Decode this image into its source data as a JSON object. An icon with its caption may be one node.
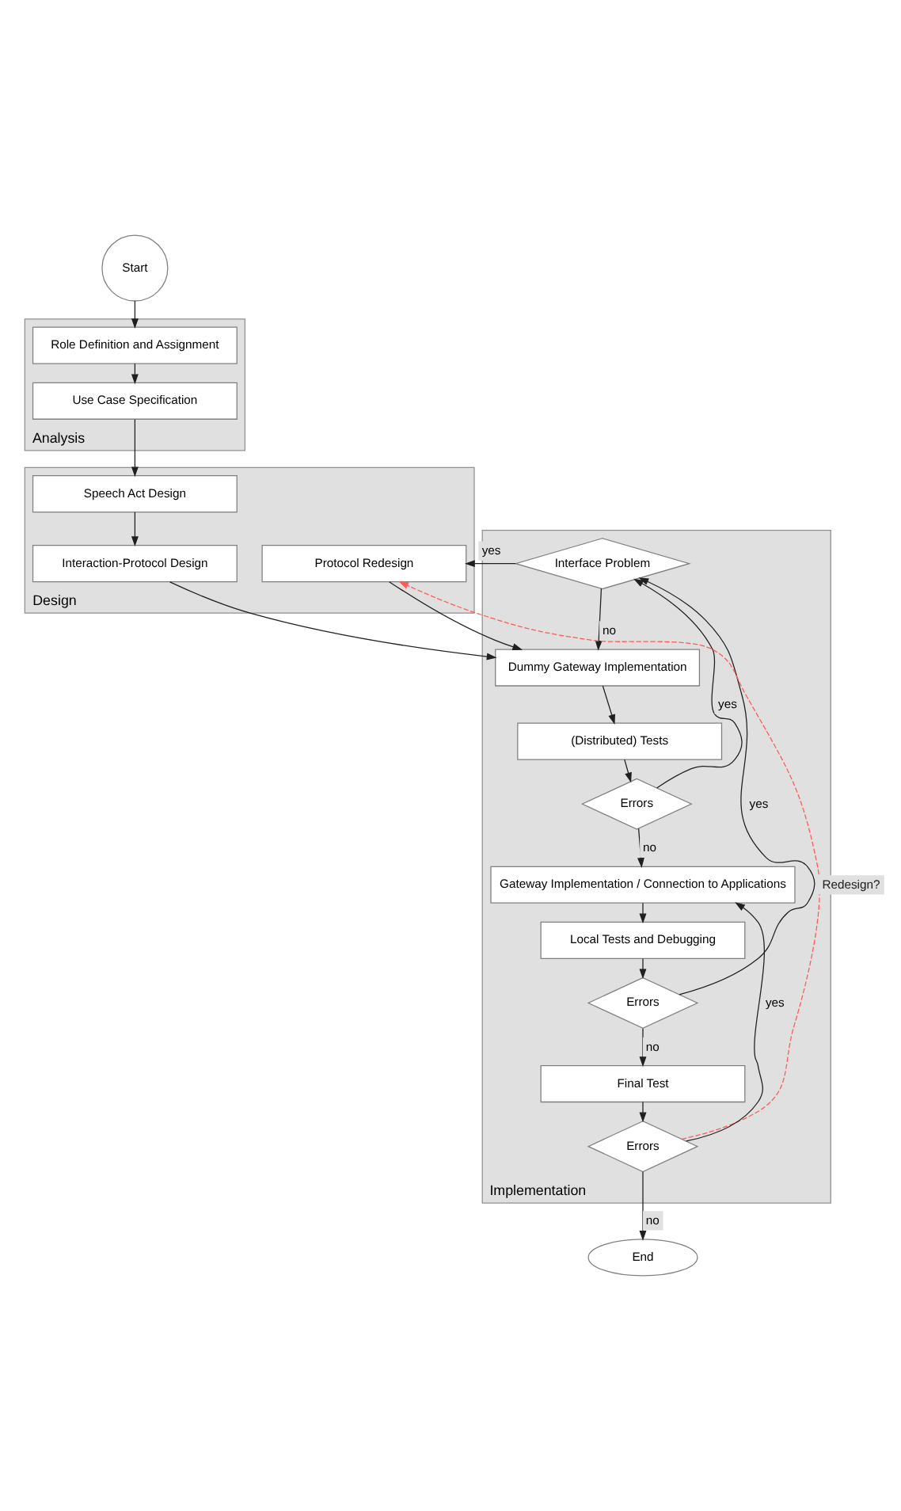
{
  "diagram": {
    "nodes": [
      {
        "text": [
          "Start"
        ]
      },
      {
        "text": [
          "Analysis"
        ]
      },
      {
        "text": [
          "Role Definition and Assignment"
        ],
        "in": 1
      },
      {
        "text": [
          "Use Case Specification"
        ],
        "in": 1
      },
      {
        "text": [
          "Design"
        ]
      },
      {
        "text": [
          "Speech Act Design"
        ],
        "in": 4
      },
      {
        "text": [
          "Interaction-Protocol Design"
        ],
        "in": 4
      },
      {
        "text": [
          "Protocol Redesign"
        ],
        "in": 4
      },
      {
        "text": [
          "Implementation"
        ]
      },
      {
        "text": [
          "Dummy Gateway Implementation"
        ],
        "in": 8
      },
      {
        "text": [
          "Interface Problem"
        ],
        "in": 8
      },
      {
        "text": [
          "(Distributed) Tests"
        ],
        "in": 8
      },
      {
        "text": [
          "Errors"
        ],
        "in": 8
      },
      {
        "text": [
          "Gateway Implementation / Connection to Applications"
        ],
        "in": 8
      },
      {
        "text": [
          "Local Tests and Debugging"
        ],
        "in": 8
      },
      {
        "text": [
          "Errors"
        ],
        "in": 8
      },
      {
        "text": [
          "Final Test"
        ],
        "in": 8
      },
      {
        "text": [
          "Errors"
        ],
        "in": 8
      },
      {
        "text": [
          "End"
        ]
      }
    ],
    "edges": [
      {
        "from": 0,
        "to": 2,
        "arrow": "to"
      },
      {
        "from": 2,
        "to": 3,
        "arrow": "to"
      },
      {
        "from": 3,
        "to": 5,
        "arrow": "to"
      },
      {
        "from": 5,
        "to": 6,
        "arrow": "to"
      },
      {
        "from": 6,
        "to": 9,
        "arrow": "to"
      },
      {
        "from": 7,
        "to": 9,
        "arrow": "to"
      },
      {
        "from": 10,
        "to": 7,
        "arrow": "to",
        "label": "yes"
      },
      {
        "from": 10,
        "to": 9,
        "arrow": "to",
        "label": "no"
      },
      {
        "from": 9,
        "to": 11,
        "arrow": "to"
      },
      {
        "from": 11,
        "to": 12,
        "arrow": "to"
      },
      {
        "from": 12,
        "to": 10,
        "arrow": "to",
        "label": "yes"
      },
      {
        "from": 12,
        "to": 13,
        "arrow": "to",
        "label": "no"
      },
      {
        "from": 13,
        "to": 14,
        "arrow": "to"
      },
      {
        "from": 14,
        "to": 15,
        "arrow": "to"
      },
      {
        "from": 15,
        "to": 10,
        "arrow": "to",
        "label": "yes"
      },
      {
        "from": 15,
        "to": 16,
        "arrow": "to",
        "label": "no"
      },
      {
        "from": 16,
        "to": 17,
        "arrow": "to"
      },
      {
        "from": 17,
        "to": 13,
        "arrow": "to",
        "label": "yes"
      },
      {
        "from": 17,
        "to": 7,
        "arrow": "to",
        "label": "Redesign?",
        "style": "dashed",
        "color": "#ff5a5a"
      },
      {
        "from": 17,
        "to": 18,
        "arrow": "to",
        "label": "no"
      }
    ]
  }
}
